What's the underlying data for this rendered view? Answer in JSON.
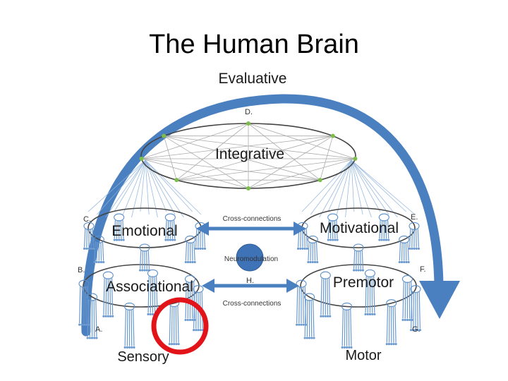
{
  "title": "The Human Brain",
  "labels": {
    "evaluative": "Evaluative",
    "integrative": "Integrative",
    "emotional": "Emotional",
    "motivational": "Motivational",
    "associational": "Associational",
    "premotor": "Premotor",
    "sensory": "Sensory",
    "motor": "Motor",
    "neuromodulation": "Neuromodulation",
    "cross_top": "Cross-connections",
    "cross_bottom": "Cross-connections"
  },
  "letters": {
    "a": "A.",
    "b": "B.",
    "c": "C.",
    "d": "D.",
    "e": "E.",
    "f": "F.",
    "g": "G.",
    "h": "H."
  },
  "colors": {
    "arc": "#4a7fc0",
    "neuron": "#5b8fc9",
    "node": "#7bbf4a",
    "hub": "#3f73b8",
    "highlight": "#e2141a"
  }
}
